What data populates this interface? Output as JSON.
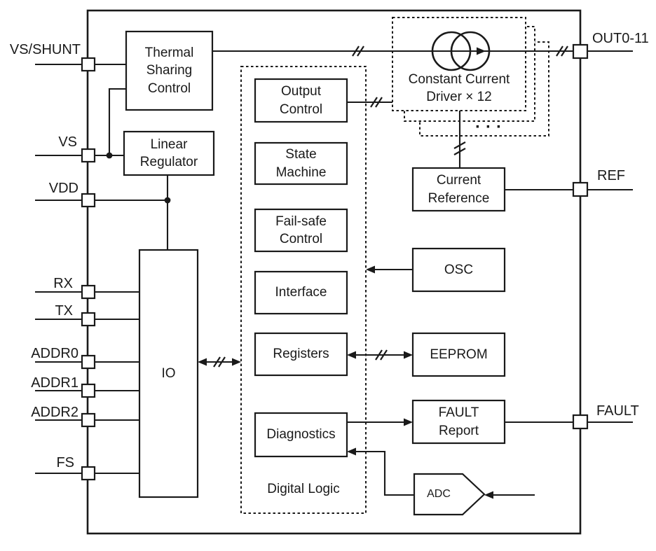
{
  "pins": {
    "left": [
      {
        "name": "VS/SHUNT"
      },
      {
        "name": "VS"
      },
      {
        "name": "VDD"
      },
      {
        "name": "RX"
      },
      {
        "name": "TX"
      },
      {
        "name": "ADDR0"
      },
      {
        "name": "ADDR1"
      },
      {
        "name": "ADDR2"
      },
      {
        "name": "FS"
      }
    ],
    "right": [
      {
        "name": "OUT0-11"
      },
      {
        "name": "REF"
      },
      {
        "name": "FAULT"
      }
    ]
  },
  "blocks": {
    "thermal_sharing": "Thermal\nSharing\nControl",
    "linear_regulator": "Linear\nRegulator",
    "io": "IO",
    "output_control": "Output\nControl",
    "state_machine": "State\nMachine",
    "fail_safe": "Fail-safe\nControl",
    "interface": "Interface",
    "registers": "Registers",
    "diagnostics": "Diagnostics",
    "digital_logic": "Digital Logic",
    "constant_current_driver": "Constant Current\nDriver × 12",
    "current_reference": "Current\nReference",
    "osc": "OSC",
    "eeprom": "EEPROM",
    "fault_report": "FAULT\nReport",
    "adc": "ADC"
  },
  "annotations": {
    "ellipsis": "···"
  },
  "colors": {
    "line": "#1a1a1a",
    "background": "#ffffff"
  }
}
